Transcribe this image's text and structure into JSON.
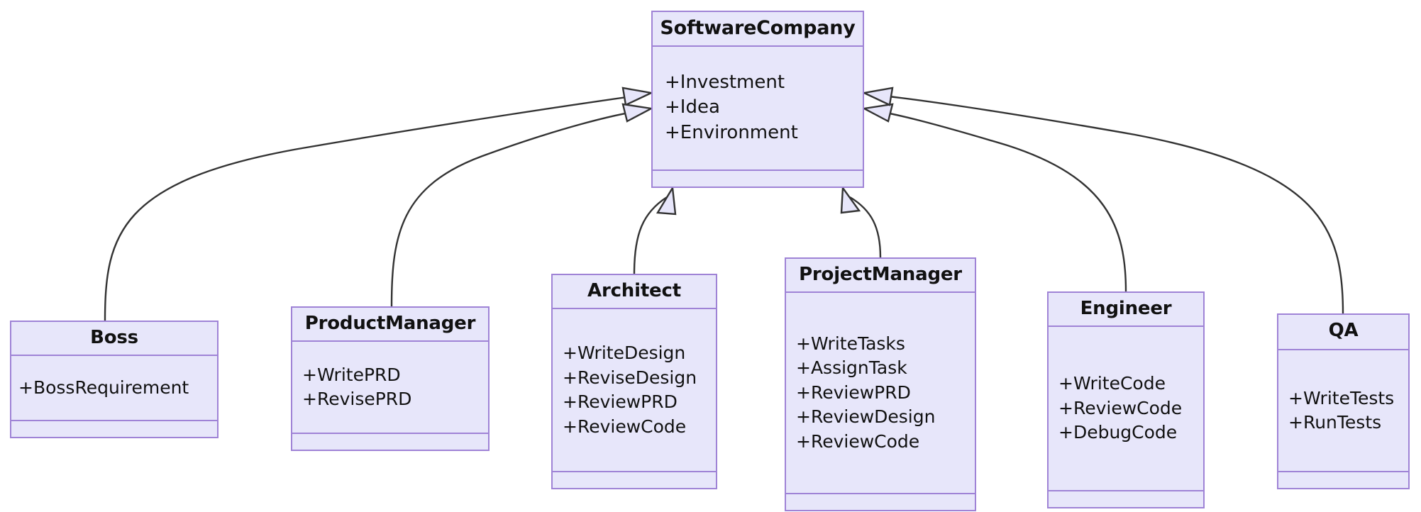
{
  "diagram": {
    "kind": "uml-class-diagram",
    "relationship_type": "generalization",
    "colors": {
      "node_fill": "#e7e6fa",
      "node_border": "#9f83d6",
      "edge_stroke": "#333333",
      "arrowhead_fill": "#e7e6fa",
      "text": "#111111",
      "background": "#ffffff"
    },
    "classes": [
      {
        "id": "softwarecompany",
        "name": "SoftwareCompany",
        "members": [
          "+Investment",
          "+Idea",
          "+Environment"
        ],
        "methods": []
      },
      {
        "id": "boss",
        "name": "Boss",
        "members": [
          "+BossRequirement"
        ],
        "methods": []
      },
      {
        "id": "productmanager",
        "name": "ProductManager",
        "members": [
          "+WritePRD",
          "+RevisePRD"
        ],
        "methods": []
      },
      {
        "id": "architect",
        "name": "Architect",
        "members": [
          "+WriteDesign",
          "+ReviseDesign",
          "+ReviewPRD",
          "+ReviewCode"
        ],
        "methods": []
      },
      {
        "id": "projectmanager",
        "name": "ProjectManager",
        "members": [
          "+WriteTasks",
          "+AssignTask",
          "+ReviewPRD",
          "+ReviewDesign",
          "+ReviewCode"
        ],
        "methods": []
      },
      {
        "id": "engineer",
        "name": "Engineer",
        "members": [
          "+WriteCode",
          "+ReviewCode",
          "+DebugCode"
        ],
        "methods": []
      },
      {
        "id": "qa",
        "name": "QA",
        "members": [
          "+WriteTests",
          "+RunTests"
        ],
        "methods": []
      }
    ],
    "edges": [
      {
        "id": "edge-boss",
        "from": "boss",
        "to": "softwarecompany",
        "type": "generalization"
      },
      {
        "id": "edge-productmanager",
        "from": "productmanager",
        "to": "softwarecompany",
        "type": "generalization"
      },
      {
        "id": "edge-architect",
        "from": "architect",
        "to": "softwarecompany",
        "type": "generalization"
      },
      {
        "id": "edge-projectmanager",
        "from": "projectmanager",
        "to": "softwarecompany",
        "type": "generalization"
      },
      {
        "id": "edge-engineer",
        "from": "engineer",
        "to": "softwarecompany",
        "type": "generalization"
      },
      {
        "id": "edge-qa",
        "from": "qa",
        "to": "softwarecompany",
        "type": "generalization"
      }
    ]
  }
}
